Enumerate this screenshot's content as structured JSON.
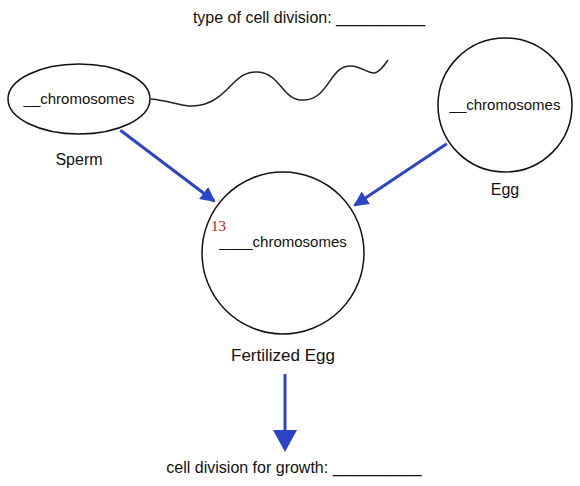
{
  "diagram": {
    "nodes": [
      {
        "text": [
          "__chromosomes",
          "Sperm"
        ]
      },
      {
        "text": [
          "__chromosomes",
          "Egg"
        ]
      },
      {
        "text": [
          "13",
          "____chromosomes",
          "Fertilized Egg"
        ]
      }
    ],
    "edges": [
      {
        "from": 0,
        "to": 2,
        "arrow": "to"
      },
      {
        "from": 1,
        "to": 2,
        "arrow": "to"
      }
    ],
    "labels": [
      "type of cell division: __________",
      "cell division for growth: __________"
    ]
  }
}
